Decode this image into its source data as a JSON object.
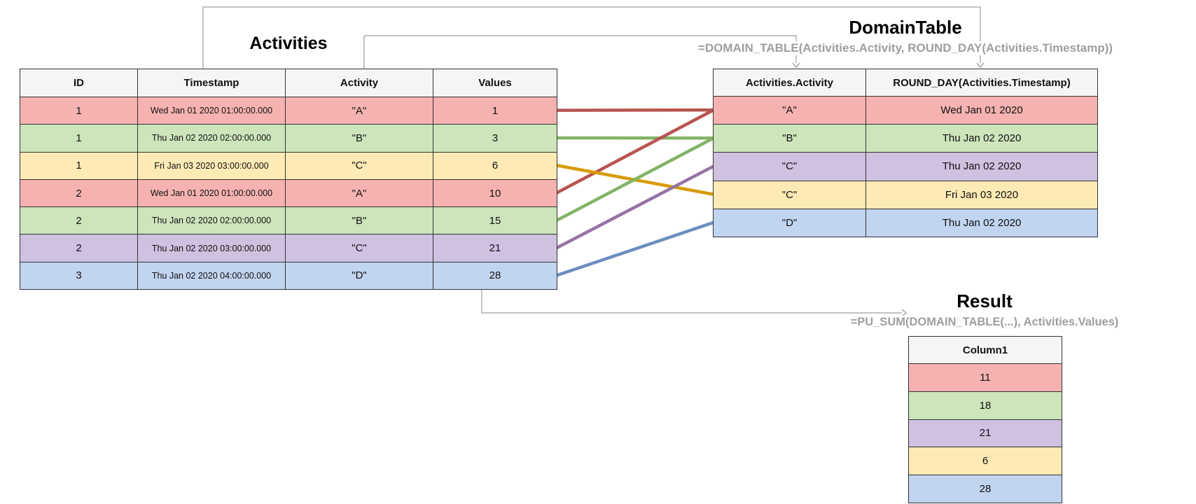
{
  "titles": {
    "activities": "Activities",
    "domain_table": "DomainTable",
    "result": "Result"
  },
  "formulas": {
    "domain_table": "=DOMAIN_TABLE(Activities.Activity, ROUND_DAY(Activities.Timestamp))",
    "result": "=PU_SUM(DOMAIN_TABLE(...), Activities.Values)"
  },
  "activities_table": {
    "headers": [
      "ID",
      "Timestamp",
      "Activity",
      "Values"
    ],
    "rows": [
      {
        "color": "red",
        "cells": [
          "1",
          "Wed Jan 01 2020 01:00:00.000",
          "\"A\"",
          "1"
        ]
      },
      {
        "color": "green",
        "cells": [
          "1",
          "Thu Jan 02 2020 02:00:00.000",
          "\"B\"",
          "3"
        ]
      },
      {
        "color": "yellow",
        "cells": [
          "1",
          "Fri Jan 03 2020 03:00:00.000",
          "\"C\"",
          "6"
        ]
      },
      {
        "color": "red",
        "cells": [
          "2",
          "Wed Jan 01 2020 01:00:00.000",
          "\"A\"",
          "10"
        ]
      },
      {
        "color": "green",
        "cells": [
          "2",
          "Thu Jan 02 2020 02:00:00.000",
          "\"B\"",
          "15"
        ]
      },
      {
        "color": "purple",
        "cells": [
          "2",
          "Thu Jan 02 2020 03:00:00.000",
          "\"C\"",
          "21"
        ]
      },
      {
        "color": "blue",
        "cells": [
          "3",
          "Thu Jan 02 2020 04:00:00.000",
          "\"D\"",
          "28"
        ]
      }
    ]
  },
  "domain_table": {
    "headers": [
      "Activities.Activity",
      "ROUND_DAY(Activities.Timestamp)"
    ],
    "rows": [
      {
        "color": "red",
        "cells": [
          "\"A\"",
          "Wed Jan 01 2020"
        ]
      },
      {
        "color": "green",
        "cells": [
          "\"B\"",
          "Thu Jan 02 2020"
        ]
      },
      {
        "color": "purple",
        "cells": [
          "\"C\"",
          "Thu Jan 02 2020"
        ]
      },
      {
        "color": "yellow",
        "cells": [
          "\"C\"",
          "Fri Jan 03 2020"
        ]
      },
      {
        "color": "blue",
        "cells": [
          "\"D\"",
          "Thu Jan 02 2020"
        ]
      }
    ]
  },
  "result_table": {
    "headers": [
      "Column1"
    ],
    "rows": [
      {
        "color": "red",
        "cells": [
          "11"
        ]
      },
      {
        "color": "green",
        "cells": [
          "18"
        ]
      },
      {
        "color": "purple",
        "cells": [
          "21"
        ]
      },
      {
        "color": "yellow",
        "cells": [
          "6"
        ]
      },
      {
        "color": "blue",
        "cells": [
          "28"
        ]
      }
    ]
  },
  "connections": [
    {
      "from_row": 0,
      "to_row": 0,
      "color": "red"
    },
    {
      "from_row": 1,
      "to_row": 1,
      "color": "green"
    },
    {
      "from_row": 2,
      "to_row": 3,
      "color": "yellow"
    },
    {
      "from_row": 3,
      "to_row": 0,
      "color": "red"
    },
    {
      "from_row": 4,
      "to_row": 1,
      "color": "green"
    },
    {
      "from_row": 5,
      "to_row": 2,
      "color": "purple"
    },
    {
      "from_row": 6,
      "to_row": 4,
      "color": "blue"
    }
  ],
  "colors": {
    "fills": {
      "red": "#f5b2b0",
      "green": "#cce5bb",
      "yellow": "#fdeab4",
      "purple": "#cfc1e0",
      "blue": "#c1d4f0"
    },
    "strokes": {
      "red": "#b85450",
      "green": "#82b366",
      "yellow": "#d79b00",
      "purple": "#9673a6",
      "blue": "#6c8ebf"
    },
    "header_fill": "#f5f5f5",
    "table_border": "#333333",
    "text": "#111111",
    "connector_gray": "#9e9e9e"
  }
}
